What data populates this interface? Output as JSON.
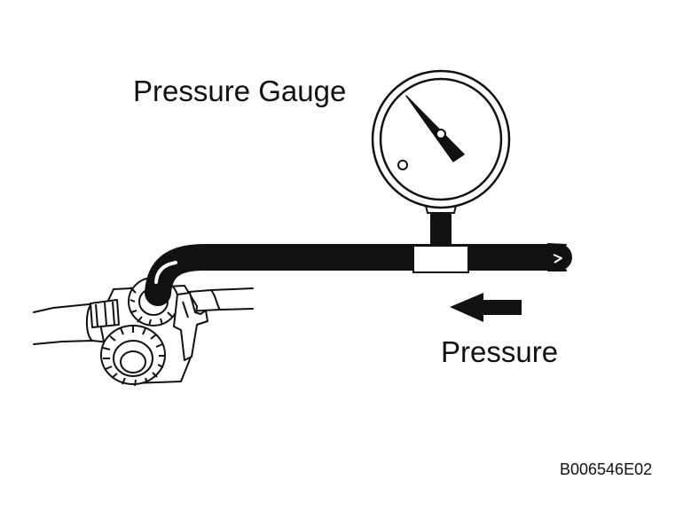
{
  "labels": {
    "gauge": "Pressure Gauge",
    "pressure": "Pressure",
    "figure_code": "B006546E02"
  },
  "colors": {
    "ink": "#111111",
    "paper": "#ffffff"
  },
  "icons": {
    "flow_direction": "arrow-left-icon"
  }
}
